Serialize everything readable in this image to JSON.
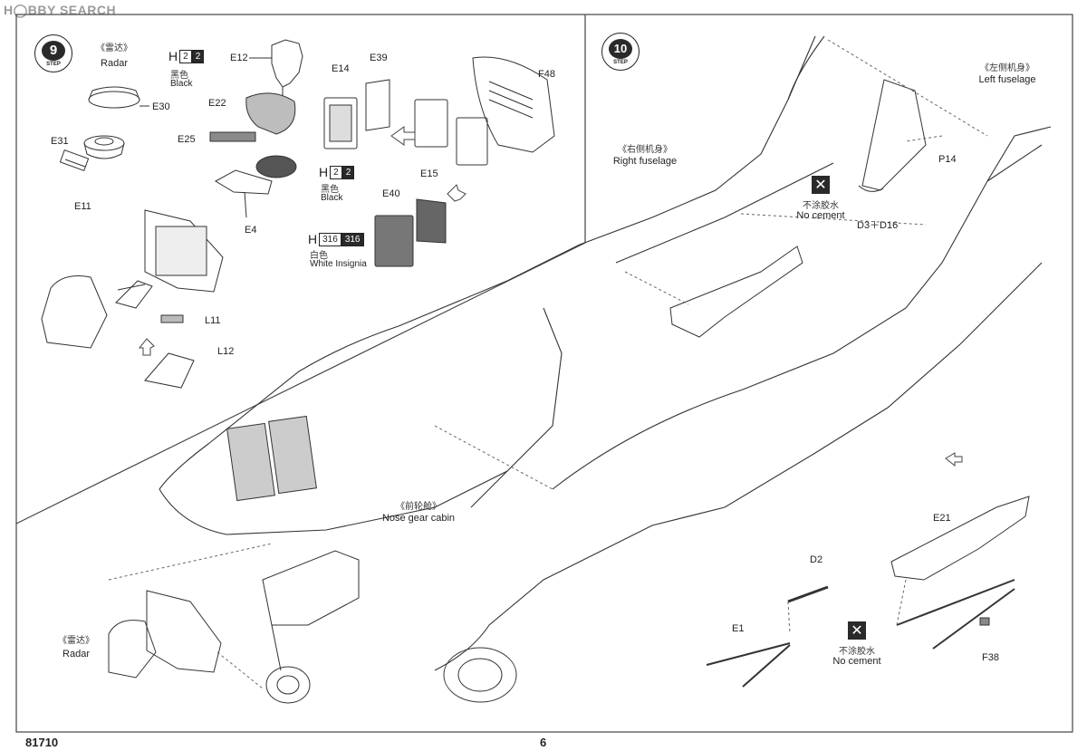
{
  "watermark": "H◯BBY SEARCH",
  "step9": {
    "number": "9",
    "word": "STEP",
    "radar_cn": "《雷达》",
    "radar_en": "Radar",
    "parts": {
      "E12": "E12",
      "E30": "E30",
      "E31": "E31",
      "E11": "E11",
      "E22": "E22",
      "E25": "E25",
      "E4": "E4",
      "E14": "E14",
      "E39": "E39",
      "E15": "E15",
      "E40": "E40",
      "F48": "F48",
      "L11": "L11",
      "L12": "L12"
    },
    "paint1": {
      "letter": "H",
      "code_a": "2",
      "code_b": "2",
      "cn": "黑色",
      "en": "Black"
    },
    "paint2": {
      "letter": "H",
      "code_a": "2",
      "code_b": "2",
      "cn": "黑色",
      "en": "Black"
    },
    "paint3": {
      "letter": "H",
      "code_a": "316",
      "code_b": "316",
      "cn": "白色",
      "en": "White Insignia"
    }
  },
  "step10": {
    "number": "10",
    "word": "STEP",
    "right_fuselage_cn": "《右侧机身》",
    "right_fuselage_en": "Right fuselage",
    "left_fuselage_cn": "《左侧机身》",
    "left_fuselage_en": "Left fuselage",
    "nose_gear_cn": "《前轮舱》",
    "nose_gear_en": "Nose gear cabin",
    "radar_cn": "《雷达》",
    "radar_en": "Radar",
    "no_cement_cn_1": "不涂胶水",
    "no_cement_en_1": "No cement",
    "no_cement_cn_2": "不涂胶水",
    "no_cement_en_2": "No cement",
    "parts": {
      "P14": "P14",
      "D3D16": "D3＋D16",
      "D2": "D2",
      "E1": "E1",
      "E21": "E21",
      "F38": "F38"
    }
  },
  "footer": {
    "code": "81710",
    "page": "6"
  }
}
